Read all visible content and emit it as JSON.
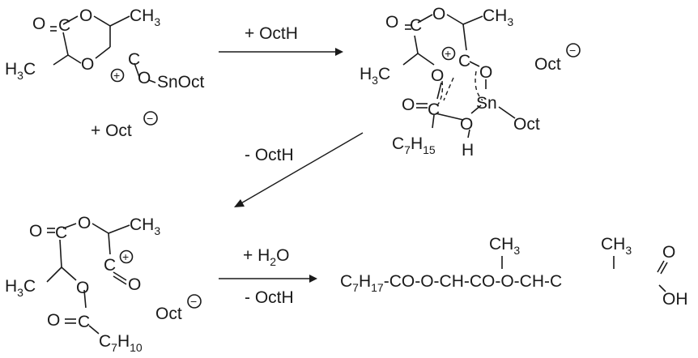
{
  "reactions": {
    "step1_reagent": "+ OctH",
    "step2_reagent": "- OctH",
    "step3_reagent_top": "+ H",
    "step3_reagent_top_sub": "2",
    "step3_reagent_top_tail": "O",
    "step3_reagent_bottom": "- OctH"
  },
  "species": {
    "plus_oct": "+ Oct",
    "oct_anion": "Oct",
    "sn_oct": "SnOct",
    "sn": "Sn",
    "oct": "Oct",
    "charge_minus": "−",
    "charge_plus": "+"
  },
  "atoms": {
    "O": "O",
    "C": "C",
    "H": "H",
    "OH": "OH",
    "CH3": "CH",
    "CH3_sub": "3",
    "H3C": "H",
    "H3C_sub": "3",
    "H3C_tail": "C",
    "C7H15_a": "C",
    "C7H15_b": "7",
    "C7H15_c": "H",
    "C7H15_d": "15",
    "C7H10_a": "C",
    "C7H10_b": "7",
    "C7H10_c": "H",
    "C7H10_d": "10"
  },
  "product": {
    "c_label": "C",
    "c_sub": "7",
    "h_label": "H",
    "h_sub": "17",
    "chain": "-CO-O-CH-CO-O-CH-C",
    "ch3": "CH",
    "ch3_sub": "3",
    "o_top": "O",
    "oh": "OH"
  }
}
